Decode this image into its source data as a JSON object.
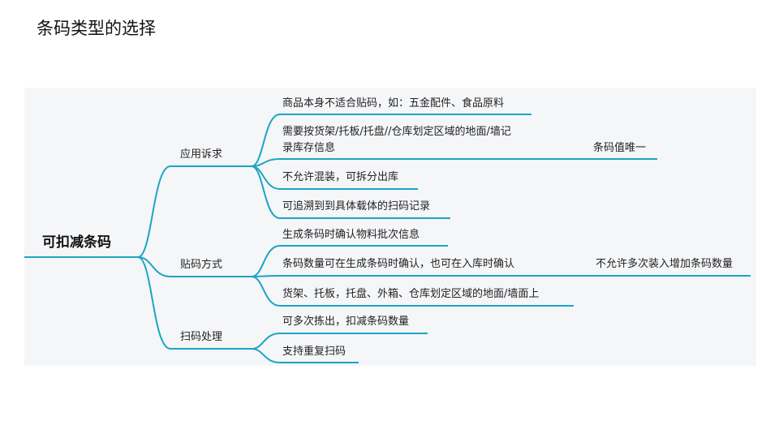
{
  "title": "条码类型的选择",
  "root": "可扣减条码",
  "branches": [
    {
      "label": "应用诉求",
      "children": [
        {
          "text": "商品本身不适合贴码，如：五金配件、食品原料"
        },
        {
          "text_line1": "需要按货架/托板/托盘//仓库划定区域的地面/墙记",
          "text_line2": "录库存信息",
          "note": "条码值唯一"
        },
        {
          "text": "不允许混装，可拆分出库"
        },
        {
          "text": "可追溯到到具体载体的扫码记录"
        }
      ]
    },
    {
      "label": "贴码方式",
      "children": [
        {
          "text": "生成条码时确认物料批次信息"
        },
        {
          "text": "条码数量可在生成条码时确认，也可在入库时确认",
          "note": "不允许多次装入增加条码数量"
        },
        {
          "text": "货架、托板，托盘、外箱、仓库划定区域的地面/墙面上"
        }
      ]
    },
    {
      "label": "扫码处理",
      "children": [
        {
          "text": "可多次拣出，扣减条码数量"
        },
        {
          "text": "支持重复扫码"
        }
      ]
    }
  ],
  "colors": {
    "line": "#1ba4c6",
    "panel": "#f5f6f8"
  }
}
